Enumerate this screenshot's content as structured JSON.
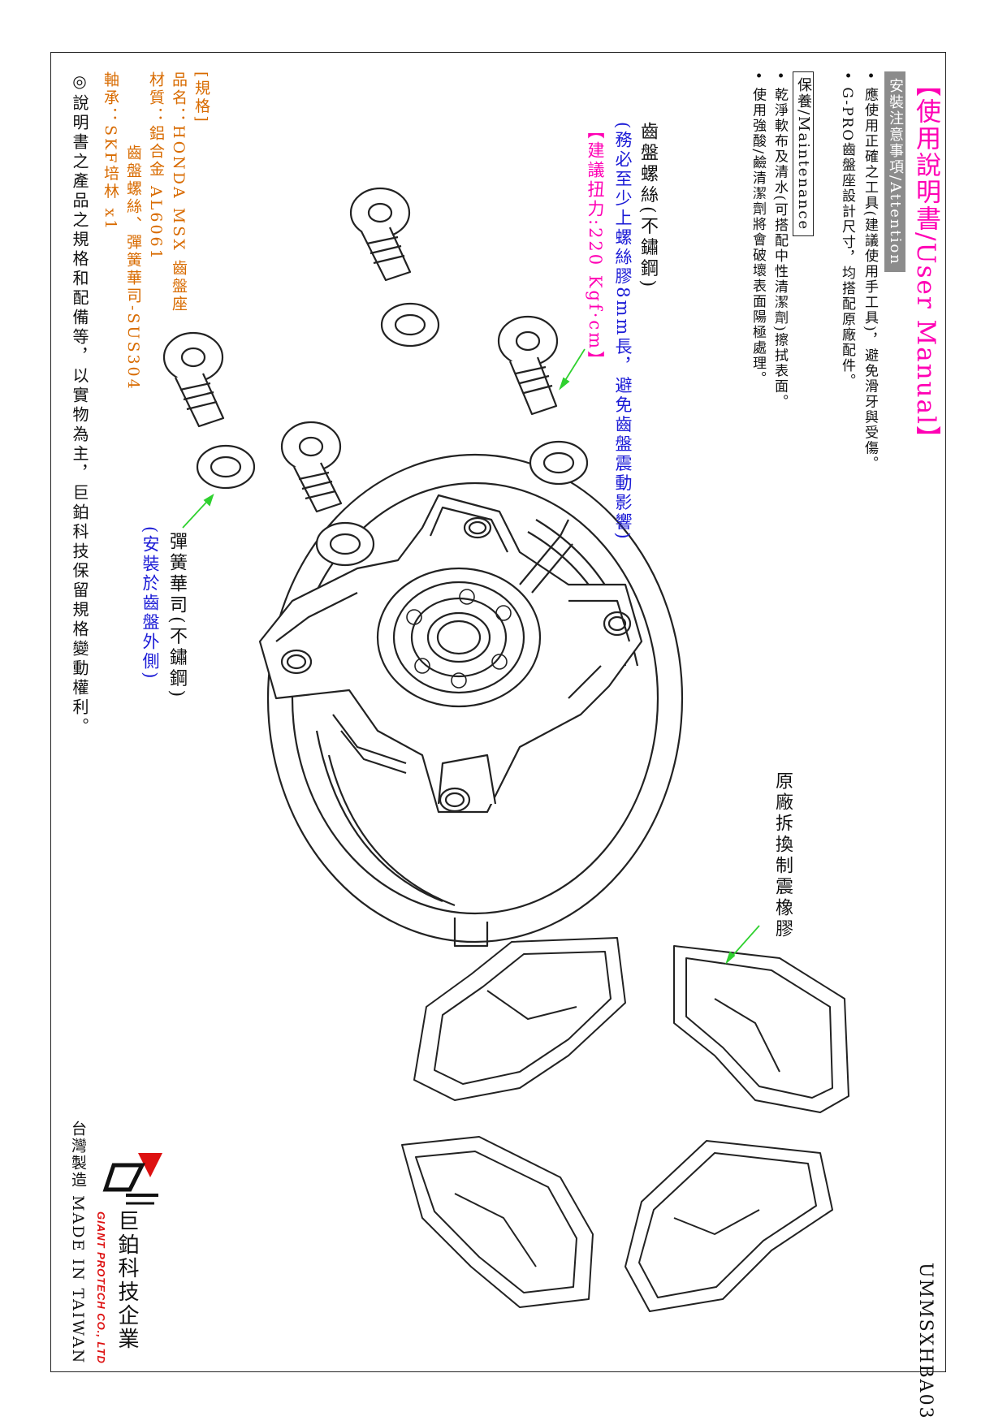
{
  "manual": {
    "title": "【使用說明書/User Manual】",
    "attention_header": "安裝注意事項/Attention",
    "attention_items": [
      "• 應使用正確之工具(建議使用手工具)，避免滑牙與受傷。",
      "• G-PRO齒盤座設計尺寸，均搭配原廠配件。"
    ],
    "maintenance_header": "保養/Maintenance",
    "maintenance_items": [
      "• 乾淨軟布及清水(可搭配中性清潔劑)擦拭表面。",
      "• 使用強酸/鹼清潔劑將會破壞表面陽極處理。"
    ]
  },
  "callouts": {
    "bolt_label": "齒盤螺絲(不鏽鋼)",
    "bolt_note": "(務必至少上螺絲膠8mm長，避免齒盤震動影響)",
    "bolt_torque": "【建議扭力:220 Kgf·cm】",
    "washer_label": "彈簧華司(不鏽鋼)",
    "washer_note": "(安裝於齒盤外側)",
    "damper_label": "原廠拆換制震橡膠"
  },
  "spec": {
    "header": "[規格]",
    "name": "品名：HONDA MSX 齒盤座",
    "material": "材質：鋁合金 AL6061",
    "material_2": "齒盤螺絲、彈簧華司-SUS304",
    "bearing": "軸承：SKF培林 x1"
  },
  "footnote": "◎說明書之產品之規格和配備等，以實物為主，巨鉑科技保留規格變動權利。",
  "doc_code": "UMMSXHBA03",
  "brand": {
    "name_zh": "巨鉑科技企業",
    "name_en": "GIANT PROTECH CO., LTD",
    "made_in": "台灣製造 MADE IN TAIWAN"
  },
  "colors": {
    "title": "#ff00b4",
    "note_blue": "#1b1bd6",
    "spec_orange": "#d86b00",
    "header_grey": "#8c8c8c",
    "leader_green": "#2fd12f"
  }
}
